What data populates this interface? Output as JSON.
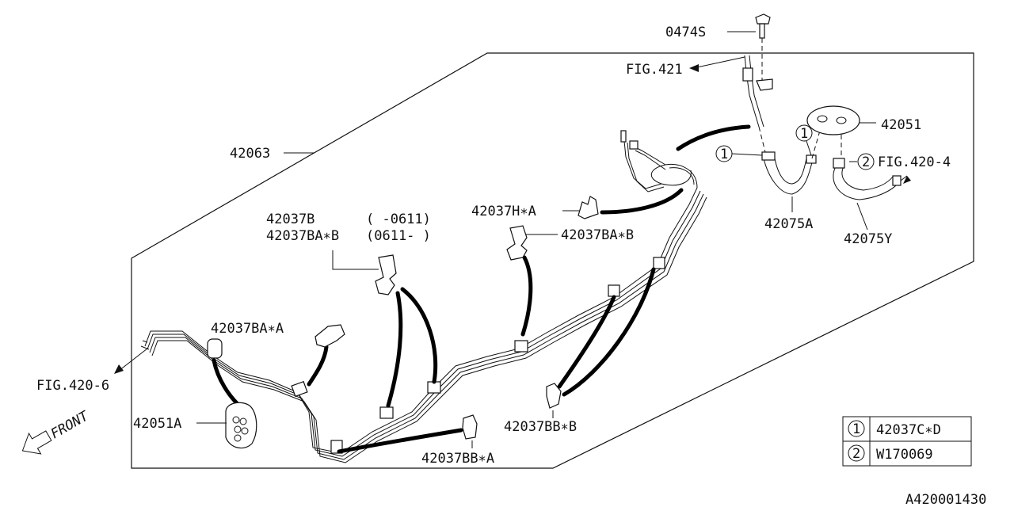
{
  "labels": {
    "bolt": "0474S",
    "fig_421": "FIG.421",
    "pipe_assy": "42063",
    "grommet": "42051",
    "fig_420_4": "FIG.420-4",
    "hose_a": "42075A",
    "hose_y": "42075Y",
    "clip_h": "42037H∗A",
    "clip_b": "42037B",
    "clip_b_range": "(  -0611)",
    "clip_ba_b_left": "42037BA∗B",
    "clip_ba_b_left_range": "(0611-  )",
    "clip_ba_b_right": "42037BA∗B",
    "clip_ba_a": "42037BA∗A",
    "fig_420_6": "FIG.420-6",
    "grommet_a": "42051A",
    "clip_bb_b": "42037BB∗B",
    "clip_bb_a": "42037BB∗A",
    "front": "FRONT",
    "callout_1": "1",
    "callout_2": "2",
    "diagram_id": "A420001430"
  },
  "legend": [
    {
      "num": "1",
      "part": "42037C∗D"
    },
    {
      "num": "2",
      "part": "W170069"
    }
  ]
}
